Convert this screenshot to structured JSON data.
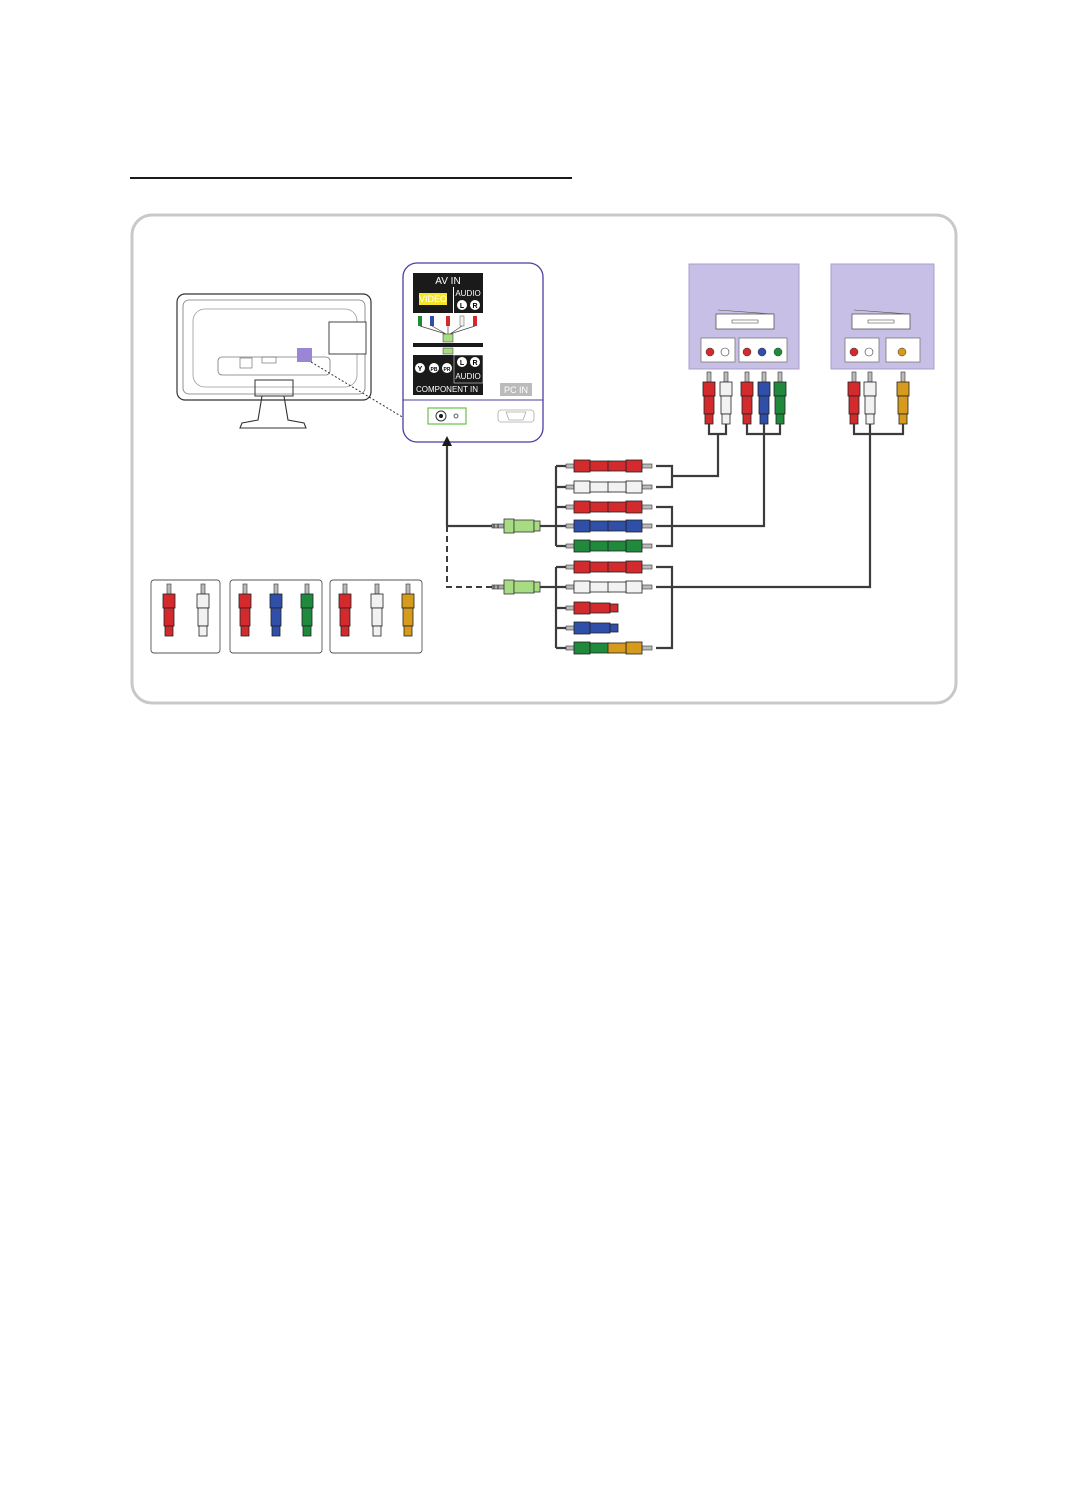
{
  "panel": {
    "av_in": "AV IN",
    "video": "VIDEO",
    "audio_top": "AUDIO",
    "audio_bottom": "AUDIO",
    "left": "L",
    "right": "R",
    "y": "Y",
    "pb": "PB",
    "pr": "PR",
    "component_in": "COMPONENT IN",
    "pc_in": "PC IN"
  },
  "colors": {
    "red": "#d32a2e",
    "white": "#f2f2f2",
    "blue": "#2f4fa8",
    "green": "#1f8a3c",
    "yellow": "#d69a1c",
    "adapter_green": "#a8dc82",
    "device_bg": "#c8bfe6",
    "port_highlight": "#9b86d6",
    "video_label_bg": "#f5e52a",
    "panel_outline": "#4a3fa0"
  },
  "icons": [
    "tv-rear-icon",
    "dvd-player-icon",
    "av-device-icon",
    "rca-plug-icon",
    "stereo-mini-plug-icon"
  ]
}
